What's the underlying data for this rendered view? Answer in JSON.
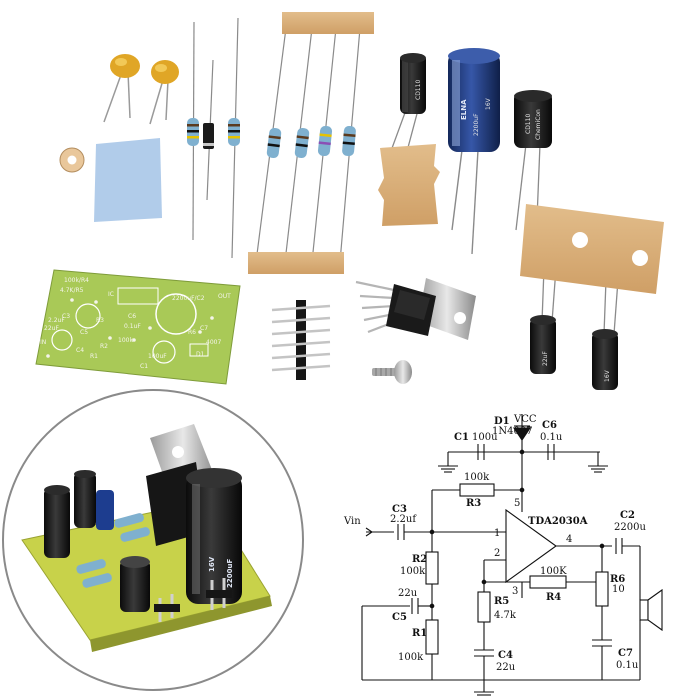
{
  "pcb_board": {
    "silkscreen": [
      "100k/R4",
      "4.7K/R5",
      "2200uF/C2",
      "OUT",
      "22uF",
      "C5",
      "C6",
      "0.1uF",
      "100k",
      "100uF",
      "C1",
      "D1",
      "C7",
      "R6",
      "4007",
      "IC",
      "R3",
      "R2",
      "R1",
      "C4",
      "C3",
      "IN",
      "2.2uF"
    ]
  },
  "capacitor_markings": {
    "big_cap": [
      "ELNA",
      "2200uF",
      "16V"
    ],
    "small_cap_right": [
      "ChemiCon",
      "CD110"
    ],
    "small_cap_left": [
      "CD110"
    ],
    "small_caps_bottom": [
      "22uF",
      "16V"
    ],
    "assembled_cap": [
      "2200uF",
      "16V"
    ]
  },
  "schematic": {
    "components": {
      "d1": {
        "name": "D1",
        "value": "1N4007",
        "rail": "VCC"
      },
      "c6": {
        "name": "C6",
        "value": "0.1u"
      },
      "c1": {
        "name": "C1",
        "value": "100u"
      },
      "r3": {
        "name": "R3",
        "value": "100k"
      },
      "c3": {
        "name": "C3",
        "value": "2.2uf"
      },
      "ic": {
        "name": "TDA2030A"
      },
      "c2": {
        "name": "C2",
        "value": "2200u"
      },
      "r2": {
        "name": "R2",
        "value": "100k"
      },
      "c5": {
        "name": "C5",
        "value": "22u"
      },
      "r4": {
        "name": "R4",
        "value": "100K"
      },
      "r5": {
        "name": "R5",
        "value": "4.7k"
      },
      "r6": {
        "name": "R6",
        "value": "10"
      },
      "r1": {
        "name": "R1",
        "value": "100k"
      },
      "c4": {
        "name": "C4",
        "value": "22u"
      },
      "c7": {
        "name": "C7",
        "value": "0.1u"
      }
    },
    "input_label": "Vin",
    "pins": [
      "1",
      "2",
      "3",
      "4",
      "5"
    ]
  },
  "colors": {
    "pcb_green": "#a9c957",
    "pcb_yellow_green": "#c8d24a",
    "tape": "#d9b07a",
    "cap_blue": "#1f3a7a",
    "cap_black": "#1c1c1c",
    "resistor_body": "#7fb0cf"
  }
}
